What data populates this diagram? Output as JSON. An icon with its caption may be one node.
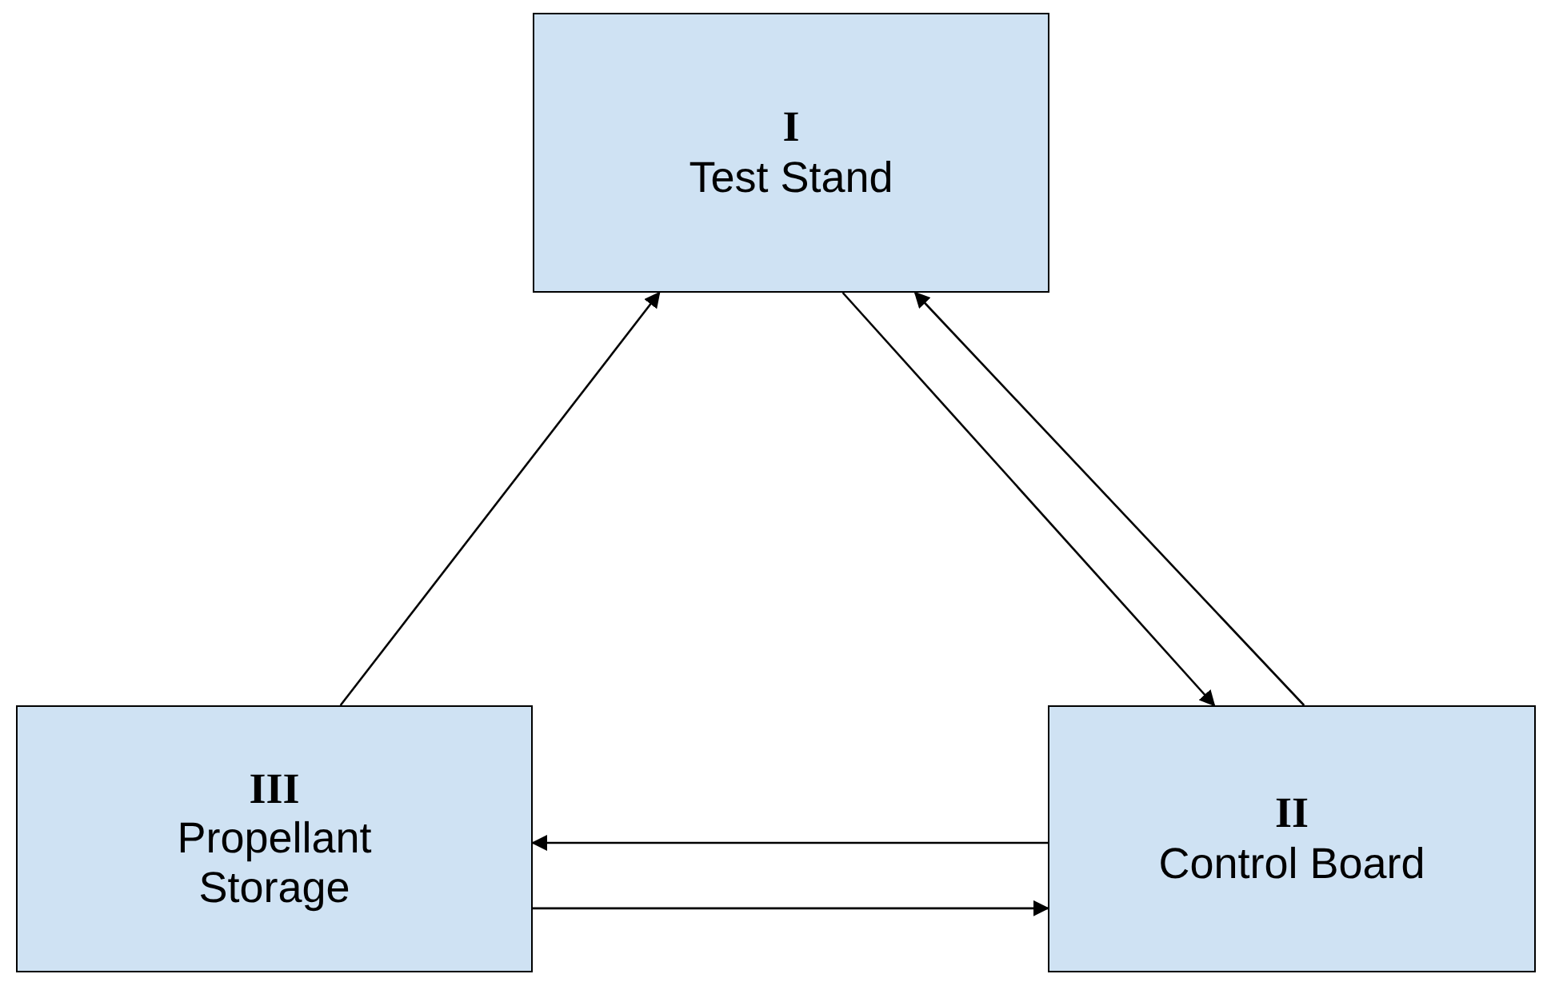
{
  "diagram": {
    "nodes": [
      {
        "text": [
          "I",
          "Test Stand"
        ]
      },
      {
        "text": [
          "III",
          "Propellant Storage"
        ]
      },
      {
        "text": [
          "II",
          "Control Board"
        ]
      }
    ],
    "edges": [
      {
        "from": 1,
        "to": 0,
        "arrow": "to"
      },
      {
        "from": 0,
        "to": 2,
        "arrow": "to"
      },
      {
        "from": 2,
        "to": 0,
        "arrow": "to"
      },
      {
        "from": 2,
        "to": 1,
        "arrow": "to"
      },
      {
        "from": 1,
        "to": 2,
        "arrow": "to"
      }
    ]
  }
}
